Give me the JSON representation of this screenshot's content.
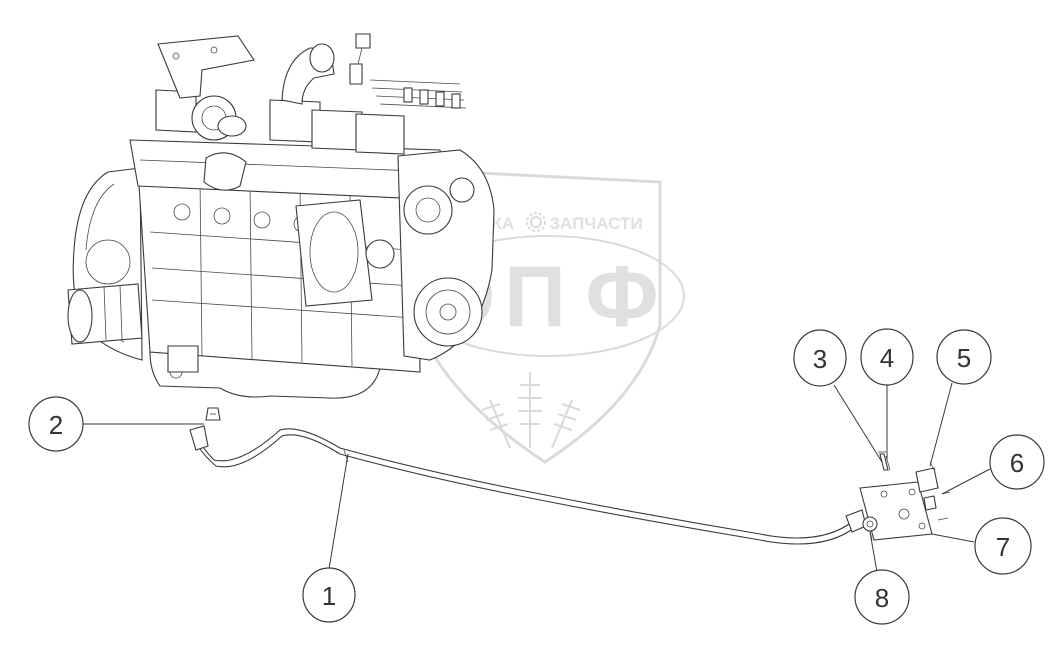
{
  "watermark": {
    "left_text": "ТЕХНИКА",
    "right_text": "ЗАПЧАСТИ",
    "logo_letters": [
      "О",
      "П",
      "Ф"
    ],
    "gear": "gear-icon",
    "shield_color": "#cfcfcf"
  },
  "callouts": [
    {
      "id": "1",
      "label": "1"
    },
    {
      "id": "2",
      "label": "2"
    },
    {
      "id": "3",
      "label": "3"
    },
    {
      "id": "4",
      "label": "4"
    },
    {
      "id": "5",
      "label": "5"
    },
    {
      "id": "6",
      "label": "6"
    },
    {
      "id": "7",
      "label": "7"
    },
    {
      "id": "8",
      "label": "8"
    }
  ],
  "colors": {
    "line": "#3a3a3a",
    "callout_text": "#333333"
  }
}
